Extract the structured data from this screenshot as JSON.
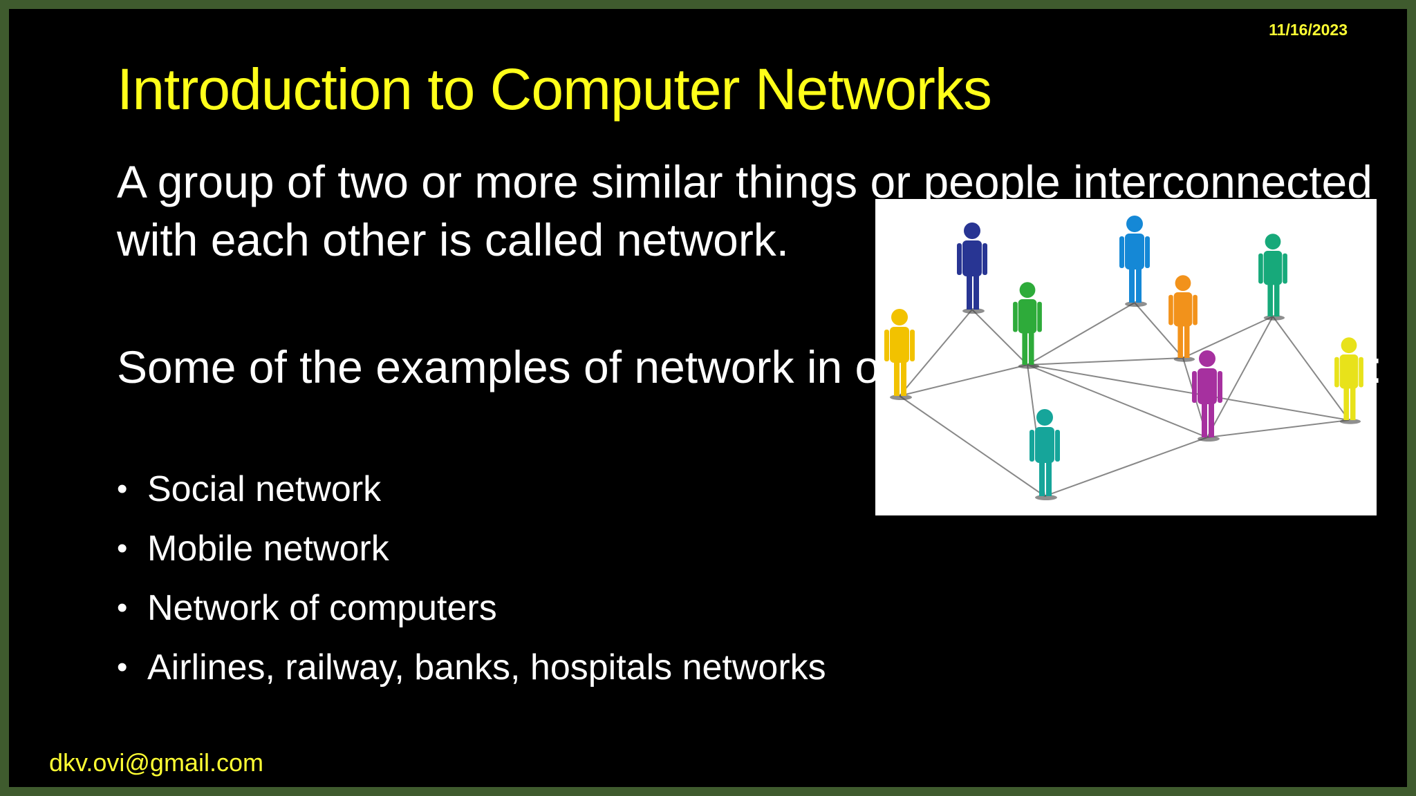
{
  "slide": {
    "date": "11/16/2023",
    "title": "Introduction to Computer Networks",
    "paragraphs": [
      "A group of two or more similar things or people interconnected with each other is called network.",
      "Some of the examples of network in our everyday life includes:"
    ],
    "bullets": [
      "Social network",
      "Mobile network",
      "Network of computers",
      "Airlines, railway, banks, hospitals networks"
    ],
    "bullet_glyph": "•",
    "footer_email": "dkv.ovi@gmail.com"
  },
  "illustration": {
    "icon": "people-network-icon",
    "people_colors": [
      "#f2c200",
      "#283593",
      "#2eab3a",
      "#1588d6",
      "#f2921b",
      "#17a97a",
      "#a6309f",
      "#e8e21a",
      "#16a59a"
    ],
    "line_color": "#888888"
  }
}
